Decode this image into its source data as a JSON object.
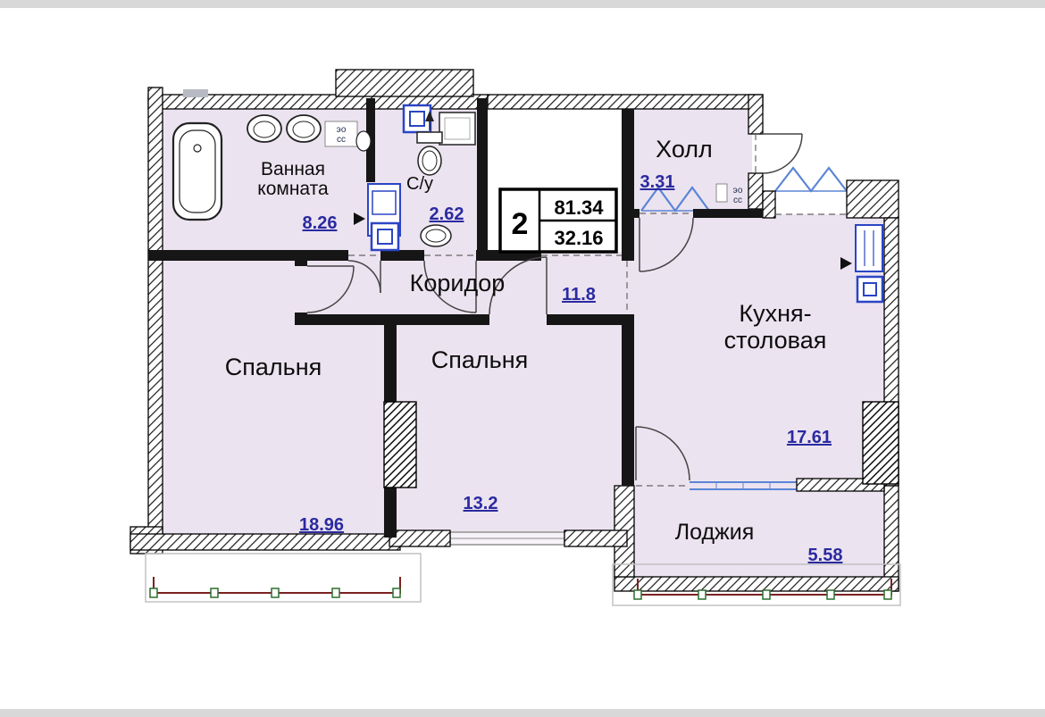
{
  "frame": {
    "bar_color": "#d8d8d8"
  },
  "plan": {
    "colors": {
      "room_fill": "#ece3f0",
      "wall": "#161616",
      "area_text": "#2a2aa0",
      "window_blue": "#5b85d6",
      "fixture_blue": "#2b45c4",
      "railing_red": "#7a2222",
      "railing_green": "#2c6e2c"
    },
    "info_box": {
      "rooms_count": "2",
      "area_total": "81.34",
      "area_living": "32.16"
    },
    "rooms": [
      {
        "id": "bathroom",
        "name_line1": "Ванная",
        "name_line2": "комната",
        "area": "8.26"
      },
      {
        "id": "wc",
        "name": "С/у",
        "area": "2.62"
      },
      {
        "id": "corridor",
        "name": "Коридор",
        "area": "11.8"
      },
      {
        "id": "hall",
        "name": "Холл",
        "area": "3.31"
      },
      {
        "id": "kitchen",
        "name_line1": "Кухня-",
        "name_line2": "столовая",
        "area": "17.61"
      },
      {
        "id": "bedroom-1",
        "name": "Спальня",
        "area": "18.96"
      },
      {
        "id": "bedroom-2",
        "name": "Спальня",
        "area": "13.2"
      },
      {
        "id": "loggia",
        "name": "Лоджия",
        "area": "5.58"
      }
    ],
    "risers": {
      "line1": "эо",
      "line2": "сс"
    }
  }
}
